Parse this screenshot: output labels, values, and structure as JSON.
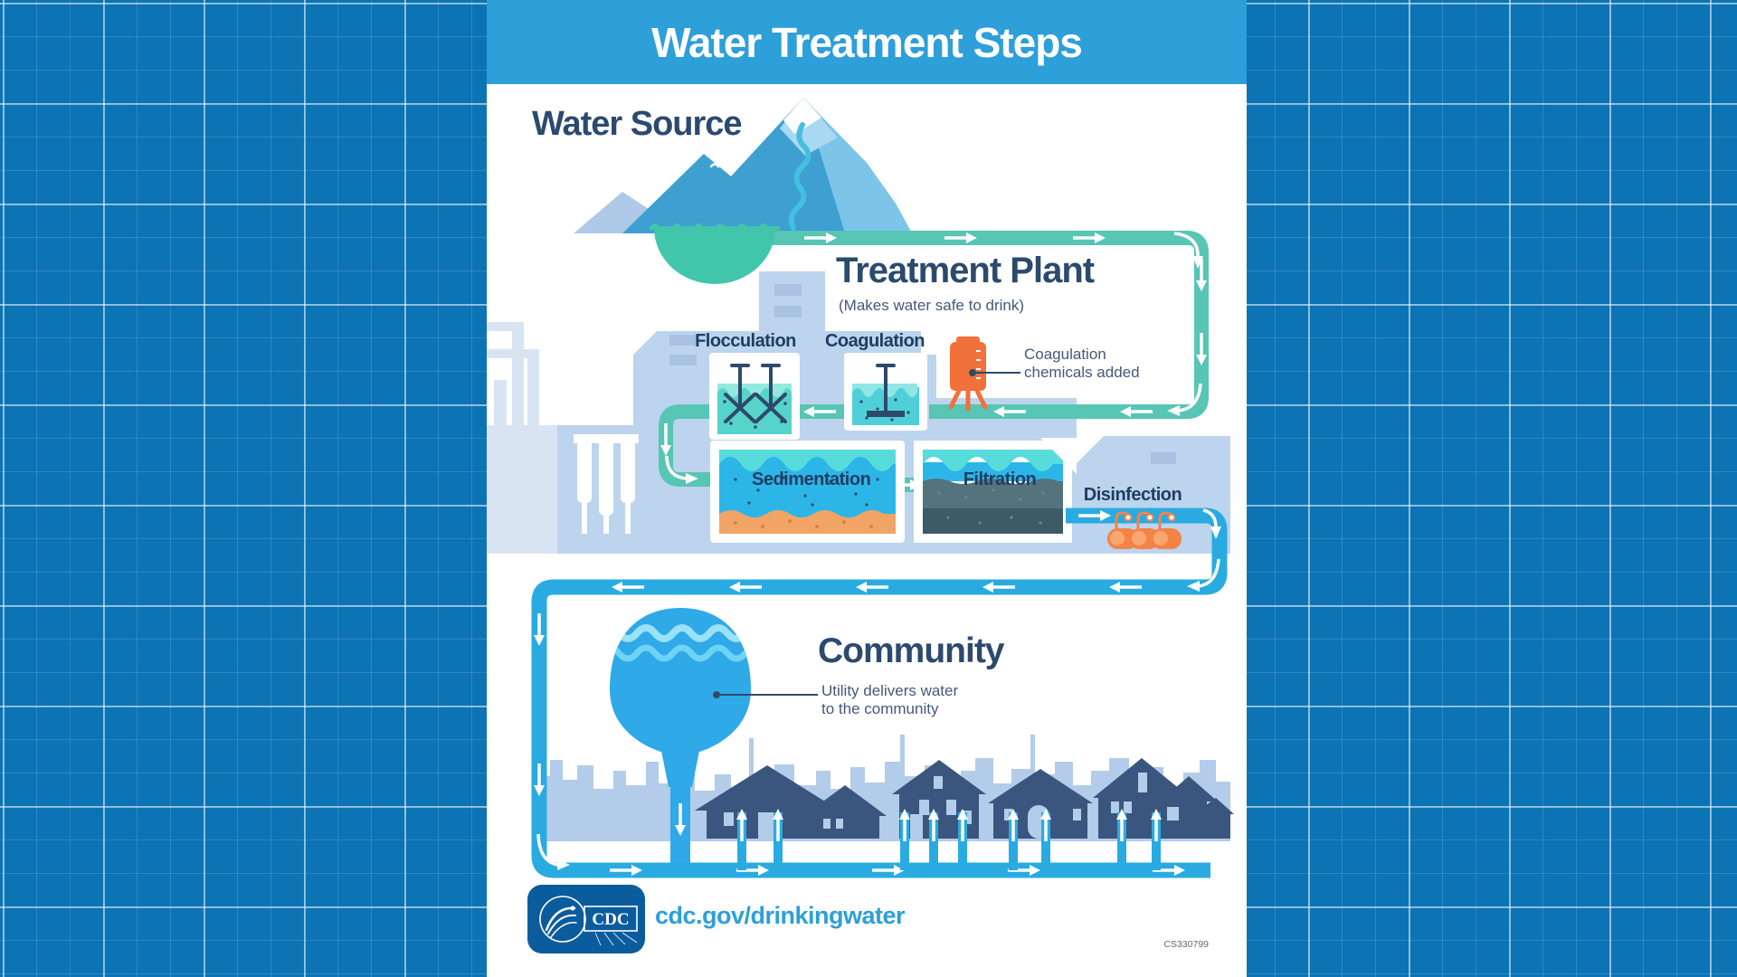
{
  "poster": {
    "title": "Water Treatment Steps",
    "source": {
      "heading": "Water Source"
    },
    "plant": {
      "heading": "Treatment Plant",
      "subheading": "(Makes water safe to drink)",
      "steps": {
        "flocculation": "Flocculation",
        "coagulation": "Coagulation",
        "sedimentation": "Sedimentation",
        "filtration": "Filtration",
        "disinfection": "Disinfection"
      },
      "chemicals_note": {
        "line1": "Coagulation",
        "line2": "chemicals added"
      }
    },
    "community": {
      "heading": "Community",
      "note": {
        "line1": "Utility delivers water",
        "line2": "to the community"
      }
    },
    "footer": {
      "logo_text": "CDC",
      "url": "cdc.gov/drinkingwater",
      "doc_id": "CS330799"
    }
  },
  "colors": {
    "banner": "#2D9FD9",
    "heading_navy": "#2B4A6E",
    "label_navy": "#203D61",
    "note_slate": "#44597A",
    "teal_pipe": "#57C6B4",
    "source_teal": "#41C6AC",
    "blue_pipe": "#29ABE2",
    "building": "#BCD4EE",
    "building_window": "#A9C2E2",
    "pale_structure": "#D9E4F3",
    "mountain": "#3E9FD1",
    "mountain_light": "#7CC5E9",
    "foothill": "#AFC9E8",
    "tank_water": "#57D4C9",
    "sed_water": "#2CB6E8",
    "wave_light": "#58DBDB",
    "sediment_orange": "#F2A466",
    "filter_media": "#54737D",
    "filter_media_dark": "#3D5B66",
    "chemical_orange": "#F2703A",
    "chlorine_orange": "#F58345",
    "house_navy": "#3A567E",
    "skyline_blue": "#B3CCE9",
    "tower_blue": "#2FA9E8",
    "cdc_box_blue": "#0B5C9D",
    "url_blue": "#2D9FD9",
    "grid_background": "#0C73B4"
  }
}
